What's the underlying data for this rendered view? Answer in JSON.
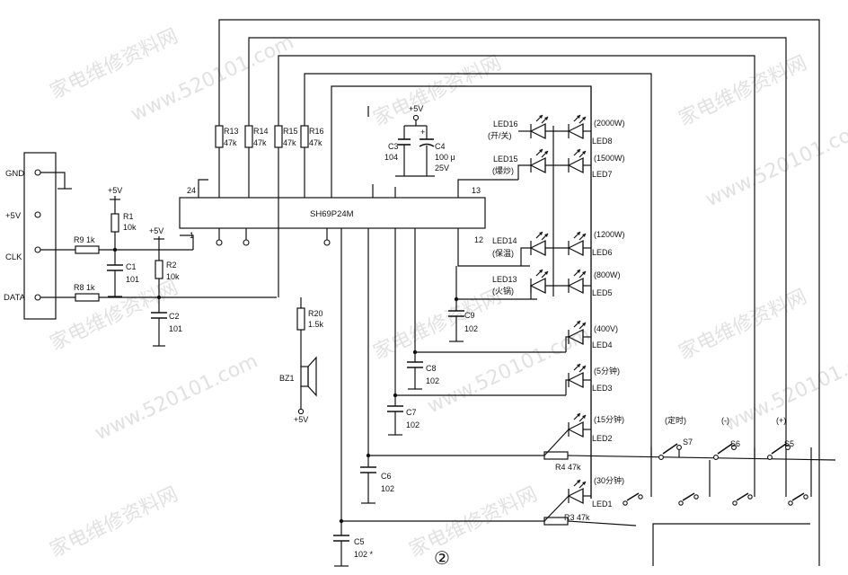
{
  "watermarks": [
    "家电维修资料网",
    "www.520101.com"
  ],
  "figure_number": "②",
  "connector": {
    "pins": [
      "GND",
      "+5V",
      "CLK",
      "DATA"
    ]
  },
  "ic": {
    "label": "SH69P24M",
    "pins": {
      "p1": "1",
      "p24": "24",
      "p13": "13",
      "p12": "12"
    }
  },
  "supply": "+5V",
  "resistors": {
    "R1": {
      "name": "R1",
      "value": "10k"
    },
    "R2": {
      "name": "R2",
      "value": "10k"
    },
    "R9": {
      "name": "R9",
      "value": "1k"
    },
    "R8": {
      "name": "R8",
      "value": "1k"
    },
    "R13": {
      "name": "R13",
      "value": "47k"
    },
    "R14": {
      "name": "R14",
      "value": "47k"
    },
    "R15": {
      "name": "R15",
      "value": "47k"
    },
    "R16": {
      "name": "R16",
      "value": "47k"
    },
    "R20": {
      "name": "R20",
      "value": "1.5k"
    },
    "R4": {
      "name": "R4",
      "value": "47k"
    },
    "R3": {
      "name": "R3",
      "value": "47k"
    }
  },
  "capacitors": {
    "C1": {
      "name": "C1",
      "value": "101"
    },
    "C2": {
      "name": "C2",
      "value": "101"
    },
    "C3": {
      "name": "C3",
      "value": "104"
    },
    "C4": {
      "name": "C4",
      "value1": "100 μ",
      "value2": "25V"
    },
    "C5": {
      "name": "C5",
      "value": "102 *"
    },
    "C6": {
      "name": "C6",
      "value": "102"
    },
    "C7": {
      "name": "C7",
      "value": "102"
    },
    "C8": {
      "name": "C8",
      "value": "102"
    },
    "C9": {
      "name": "C9",
      "value": "102"
    }
  },
  "buzzer": {
    "name": "BZ1"
  },
  "leds": {
    "LED16": {
      "name": "LED16",
      "func": "(开/关)"
    },
    "LED15": {
      "name": "LED15",
      "func": "(爆炒)"
    },
    "LED14": {
      "name": "LED14",
      "func": "(保温)"
    },
    "LED13": {
      "name": "LED13",
      "func": "(火锅)"
    },
    "LED8": {
      "name": "LED8",
      "func": "(2000W)"
    },
    "LED7": {
      "name": "LED7",
      "func": "(1500W)"
    },
    "LED6": {
      "name": "LED6",
      "func": "(1200W)"
    },
    "LED5": {
      "name": "LED5",
      "func": "(800W)"
    },
    "LED4": {
      "name": "LED4",
      "func": "(400V)"
    },
    "LED3": {
      "name": "LED3",
      "func": "(5分钟)"
    },
    "LED2": {
      "name": "LED2",
      "func": "(15分钟)"
    },
    "LED1": {
      "name": "LED1",
      "func": "(30分钟)"
    }
  },
  "switches": {
    "S7": {
      "name": "S7",
      "func": "(定时)"
    },
    "S6": {
      "name": "S6",
      "func": "(-)"
    },
    "S5": {
      "name": "S5",
      "func": "(+)"
    }
  }
}
